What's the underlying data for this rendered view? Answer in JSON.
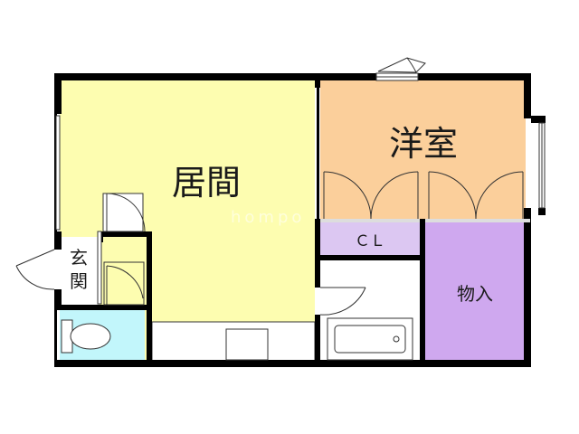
{
  "floorplan": {
    "rooms": {
      "living": {
        "label": "居間",
        "color": "#fdfdb0"
      },
      "western": {
        "label": "洋室",
        "color": "#fbcf9b"
      },
      "closet": {
        "label": "ＣＬ",
        "color": "#dcc7f2"
      },
      "storage": {
        "label": "物入",
        "color": "#cfa8ef"
      },
      "entrance": {
        "label_line1": "玄",
        "label_line2": "関",
        "color": "#ffffff"
      },
      "toilet": {
        "color": "#c2f6fb"
      },
      "bath": {
        "color": "#ffffff"
      }
    },
    "wall_color": "#000000",
    "watermark": "hompo"
  }
}
